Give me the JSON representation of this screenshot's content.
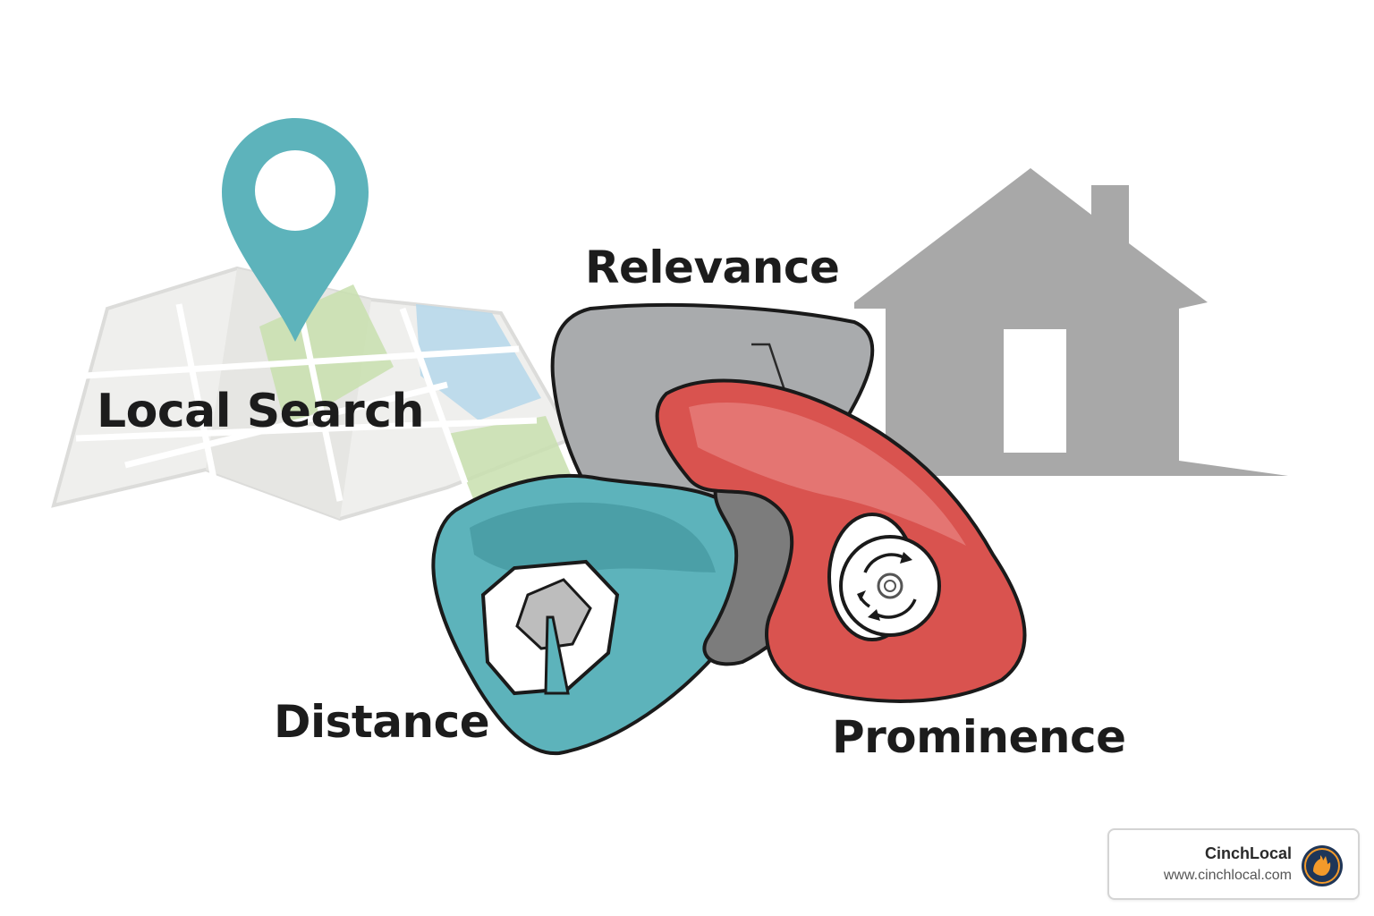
{
  "labels": {
    "local_search": "Local Search",
    "relevance": "Relevance",
    "distance": "Distance",
    "prominence": "Prominence"
  },
  "brand": {
    "name": "CinchLocal",
    "url": "www.cinchlocal.com"
  },
  "colors": {
    "teal": "#5db3bb",
    "gray": "#a9abad",
    "red": "#d9534f",
    "house": "#a8a8a8",
    "map_green": "#c8dfae",
    "map_blue": "#b8d8ea"
  },
  "icons": [
    "map-icon",
    "location-pin-icon",
    "house-icon",
    "geometric-shape-icon",
    "rotation-arrows-icon",
    "brand-logo-icon"
  ]
}
